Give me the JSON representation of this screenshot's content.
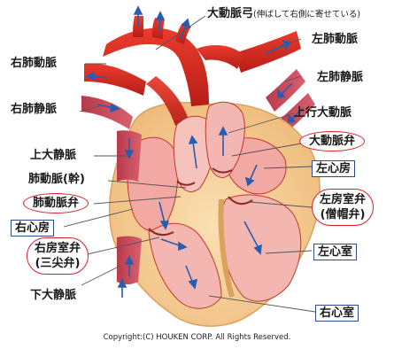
{
  "labels": {
    "aortic_arch": "大動脈弓",
    "aortic_arch_note": "(伸ばして右側に寄せている)",
    "right_pulmonary_artery": "右肺動脈",
    "left_pulmonary_artery": "左肺動脈",
    "left_pulmonary_vein": "左肺静脈",
    "right_pulmonary_vein": "右肺静脈",
    "ascending_aorta": "上行大動脈",
    "superior_vena_cava": "上大静脈",
    "aortic_valve": "大動脈弁",
    "pulmonary_trunk": "肺動脈(幹)",
    "left_atrium": "左心房",
    "pulmonary_valve": "肺動脈弁",
    "left_av_valve_line1": "左房室弁",
    "left_av_valve_line2": "(僧帽弁)",
    "right_atrium": "右心房",
    "right_av_valve_line1": "右房室弁",
    "right_av_valve_line2": "(三尖弁)",
    "left_ventricle": "左心室",
    "inferior_vena_cava": "下大静脈",
    "right_ventricle": "右心室"
  },
  "copyright": "Copyright:(C) HOUKEN CORP. All Rights Reserved.",
  "colors": {
    "artery_red": "#d9261c",
    "vein_red": "#c43a4a",
    "heart_wall": "#f3c58a",
    "chamber": "#f4b6b0",
    "outline": "#c0392b",
    "arrow_blue": "#2a5db0",
    "circle_red": "#d81f26",
    "box_navy": "#2d4a8a"
  }
}
